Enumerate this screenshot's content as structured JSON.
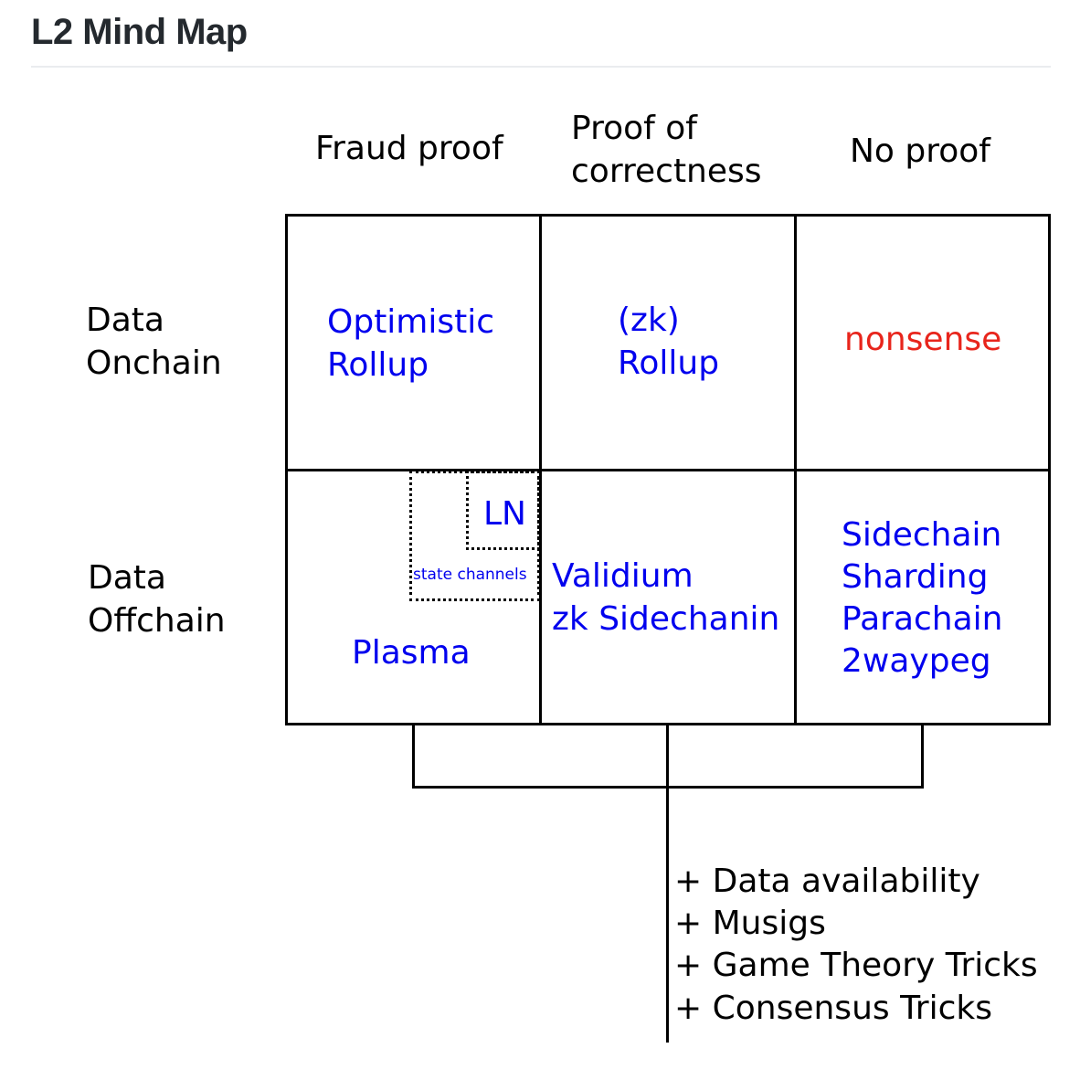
{
  "page": {
    "title": "L2 Mind Map"
  },
  "diagram": {
    "columns": {
      "fraud_proof": "Fraud proof",
      "proof_of_correctness_line1": "Proof of",
      "proof_of_correctness_line2": "correctness",
      "no_proof": "No proof"
    },
    "rows": {
      "onchain_line1": "Data",
      "onchain_line2": "Onchain",
      "offchain_line1": "Data",
      "offchain_line2": "Offchain"
    },
    "cells": {
      "optimistic_line1": "Optimistic",
      "optimistic_line2": "Rollup",
      "zk_line1": "(zk)",
      "zk_line2": "Rollup",
      "nonsense": "nonsense",
      "ln": "LN",
      "state_channels": "state channels",
      "plasma": "Plasma",
      "validium_line1": "Validium",
      "validium_line2": "zk Sidechanin",
      "sidechain_items": [
        "Sidechain",
        "Sharding",
        "Parachain",
        "2waypeg"
      ]
    },
    "extras": [
      "+ Data availability",
      "+ Musigs",
      "+ Game Theory Tricks",
      "+ Consensus Tricks"
    ],
    "colors": {
      "cell_text": "#0000ee",
      "nonsense_text": "#e8251c",
      "line": "#000000",
      "title": "#24292e"
    }
  }
}
